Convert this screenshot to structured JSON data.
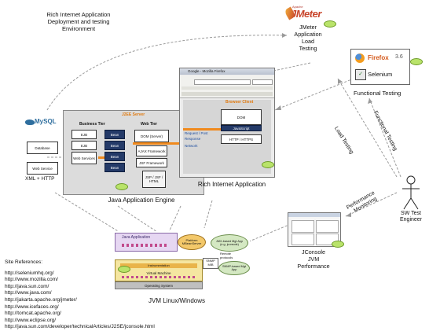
{
  "title": {
    "line1": "Rich Internet Application",
    "line2": "Deployment and testing",
    "line3": "Environment"
  },
  "jmeter": {
    "logo_prefix": "Apache",
    "logo": "JMeter",
    "line1": "JMeter",
    "line2": "Application",
    "line3": "Load",
    "line4": "Testing"
  },
  "functional": {
    "firefox": "Firefox",
    "firefox_version": "3.6",
    "selenium": "Selenium",
    "label": "Functional Testing"
  },
  "engineer": {
    "line1": "SW Test",
    "line2": "Engineer"
  },
  "connectors": {
    "load_testing": "Load Testing",
    "functional_testing": "Functional Testing",
    "performance_monitoring_1": "Performance",
    "performance_monitoring_2": "Monitoring"
  },
  "database": {
    "logo": "MySQL",
    "database_label": "Database",
    "webservice_label": "Web Service",
    "xml_http": "XML + HTTP"
  },
  "java_engine": {
    "caption": "Java Application Engine",
    "j2ee_server": "J2EE Server",
    "business_tier": "Business Tier",
    "web_tier": "Web Tier",
    "ejb1": "EJB",
    "ejb2": "EJB",
    "web_services": "Web Services",
    "bean1": "Bean",
    "bean2": "Bean",
    "bean3": "Bean",
    "bean4": "Bean",
    "dom_server": "DOM (Server)",
    "ajax_framework": "AJAX Framework",
    "jsf_framework": "JSF Framework",
    "jsp": "JSP / JSF / HTML"
  },
  "ria": {
    "caption": "Rich Internet Application",
    "browser_title": "Google - Mozilla Firefox",
    "browser_client": "Browser Client",
    "dom": "DOM",
    "javascript": "JavaScript",
    "http": "HTTP / HTTPS",
    "request": "Request / Post",
    "response": "Response",
    "network": "Network"
  },
  "jvm": {
    "caption": "JVM Linux/Windows",
    "java_application": "Java Application",
    "platform_mbean": "Platform MBeanServer",
    "jmx_app": "JMX-based Mgt App (e.g. jconsole)",
    "remote_protocols": "Remote protocols",
    "snmp_agent": "SNMP MIB",
    "snmp_app": "SNMP-based Mgt App",
    "instrumentation": "Instrumentation",
    "virtual_machine": "Virtual Machine",
    "operating_system": "Operating System"
  },
  "jconsole": {
    "line1": "JConsole",
    "line2": "JVM",
    "line3": "Performance"
  },
  "site_references": {
    "heading": "Site References:",
    "urls": [
      "http://seleniumhq.org/",
      "http://www.mozilla.com/",
      "http://java.sun.com/",
      "http://www.java.com/",
      "http://jakarta.apache.org/jmeter/",
      "http://www.icefaces.org/",
      "http://tomcat.apache.org/",
      "http://www.eclipse.org/",
      "http://java.sun.com/developer/technicalArticles/J2SE/jconsole.html"
    ]
  },
  "colors": {
    "accent_orange": "#f08a1e",
    "navy": "#243a68",
    "green_oval": "#b9e36a",
    "dashed_gray": "#9a9a9a"
  }
}
